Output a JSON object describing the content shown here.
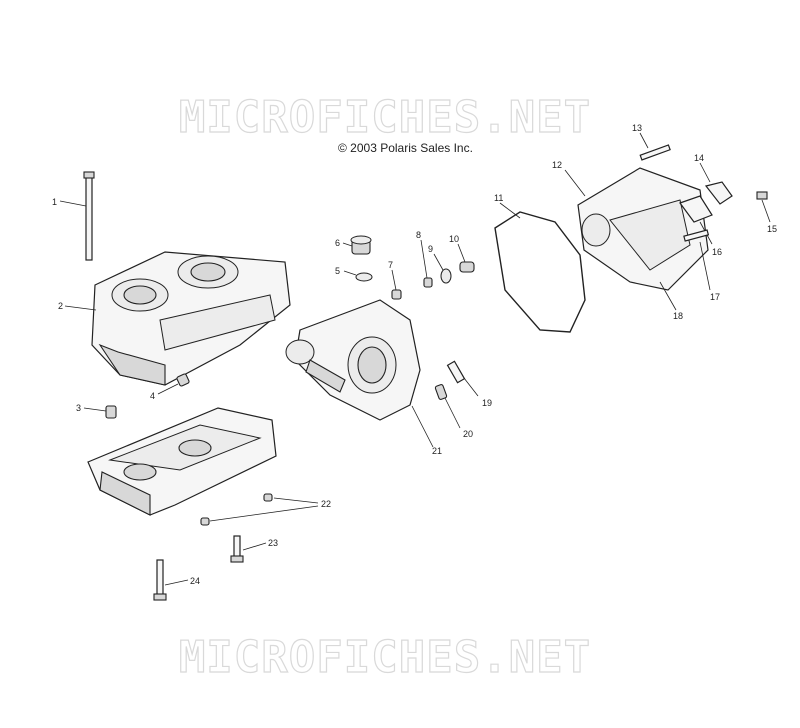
{
  "watermark": {
    "top": "MICROFICHES.NET",
    "bottom": "MICROFICHES.NET"
  },
  "copyright": "© 2003 Polaris Sales Inc.",
  "callouts": [
    {
      "n": "1"
    },
    {
      "n": "2"
    },
    {
      "n": "3"
    },
    {
      "n": "4"
    },
    {
      "n": "5"
    },
    {
      "n": "6"
    },
    {
      "n": "7"
    },
    {
      "n": "8"
    },
    {
      "n": "9"
    },
    {
      "n": "10"
    },
    {
      "n": "11"
    },
    {
      "n": "12"
    },
    {
      "n": "13"
    },
    {
      "n": "14"
    },
    {
      "n": "15"
    },
    {
      "n": "16"
    },
    {
      "n": "17"
    },
    {
      "n": "18"
    },
    {
      "n": "19"
    },
    {
      "n": "20"
    },
    {
      "n": "21"
    },
    {
      "n": "22"
    },
    {
      "n": "23"
    },
    {
      "n": "24"
    }
  ]
}
